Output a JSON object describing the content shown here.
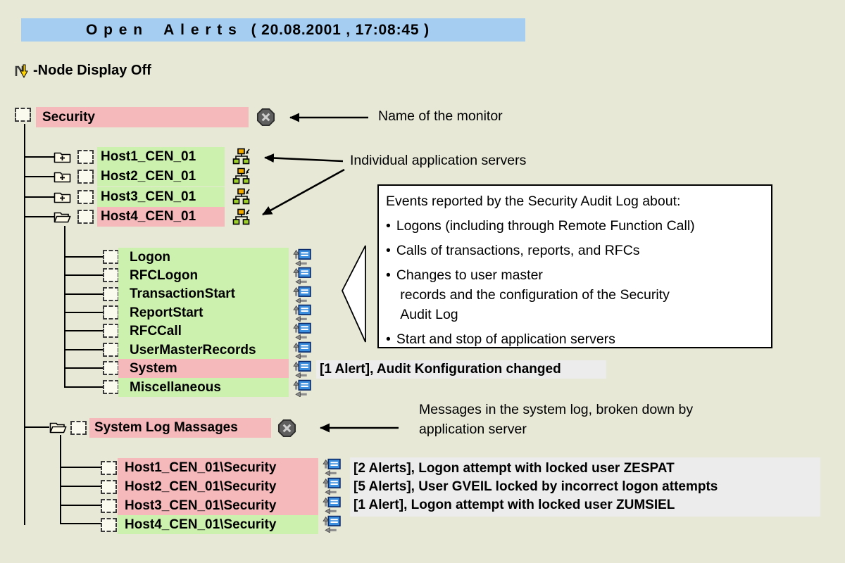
{
  "colors": {
    "bg": "#e8e8d7",
    "title-blue": "#a5cdf1",
    "status-red": "#f5b9bc",
    "status-green": "#ccf1ae",
    "panel-gray": "#ececec"
  },
  "title": {
    "main": "Open Alerts",
    "datetime": "( 20.08.2001 , 17:08:45 )"
  },
  "toolbar": {
    "node_display": "-Node Display Off"
  },
  "tree": {
    "root": {
      "label": "Security",
      "status": "red"
    },
    "hosts": [
      {
        "label": "Host1_CEN_01",
        "status": "green"
      },
      {
        "label": "Host2_CEN_01",
        "status": "green"
      },
      {
        "label": "Host3_CEN_01",
        "status": "green"
      },
      {
        "label": "Host4_CEN_01",
        "status": "red"
      }
    ],
    "host4_children": [
      {
        "label": "Logon",
        "status": "green"
      },
      {
        "label": "RFCLogon",
        "status": "green"
      },
      {
        "label": "TransactionStart",
        "status": "green"
      },
      {
        "label": "ReportStart",
        "status": "green"
      },
      {
        "label": "RFCCall",
        "status": "green"
      },
      {
        "label": "UserMasterRecords",
        "status": "green"
      },
      {
        "label": "System",
        "status": "red",
        "alert": "[1 Alert], Audit Konfiguration changed"
      },
      {
        "label": "Miscellaneous",
        "status": "green"
      }
    ],
    "syslog": {
      "label": "System Log Massages",
      "status": "red"
    },
    "syslog_children": [
      {
        "label": "Host1_CEN_01\\Security",
        "status": "red",
        "alert": "[2 Alerts], Logon attempt with locked user ZESPAT"
      },
      {
        "label": "Host2_CEN_01\\Security",
        "status": "red",
        "alert": "[5 Alerts], User GVEIL locked by incorrect logon attempts"
      },
      {
        "label": "Host3_CEN_01\\Security",
        "status": "red",
        "alert": "[1 Alert], Logon attempt with locked user ZUMSIEL"
      },
      {
        "label": "Host4_CEN_01\\Security",
        "status": "green",
        "alert": ""
      }
    ]
  },
  "annotations": {
    "monitor_name": "Name of the monitor",
    "app_servers": "Individual application servers",
    "syslog_note": "Messages in the system log, broken down by\napplication server",
    "events_box": {
      "title": "Events reported by the Security Audit Log about:",
      "bullets": [
        "Logons (including through Remote Function Call)",
        "Calls of transactions, reports, and RFCs",
        "Changes to user master\n records and the configuration of the Security\n Audit Log",
        "Start and stop of application servers"
      ]
    }
  }
}
